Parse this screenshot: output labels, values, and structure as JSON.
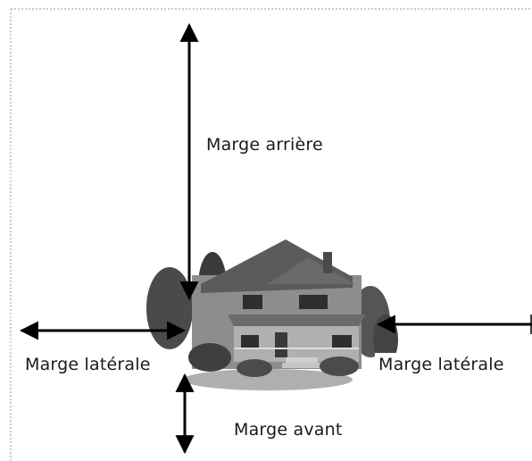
{
  "labels": {
    "rear": "Marge arrière",
    "side_left": "Marge latérale",
    "side_right": "Marge latérale",
    "front": "Marge avant"
  },
  "colors": {
    "arrow": "#000000",
    "border": "#9a9a9a",
    "house_roof": "#5b5b5b",
    "house_wall": "#8d8d8d",
    "foliage": "#3f3f3f"
  }
}
